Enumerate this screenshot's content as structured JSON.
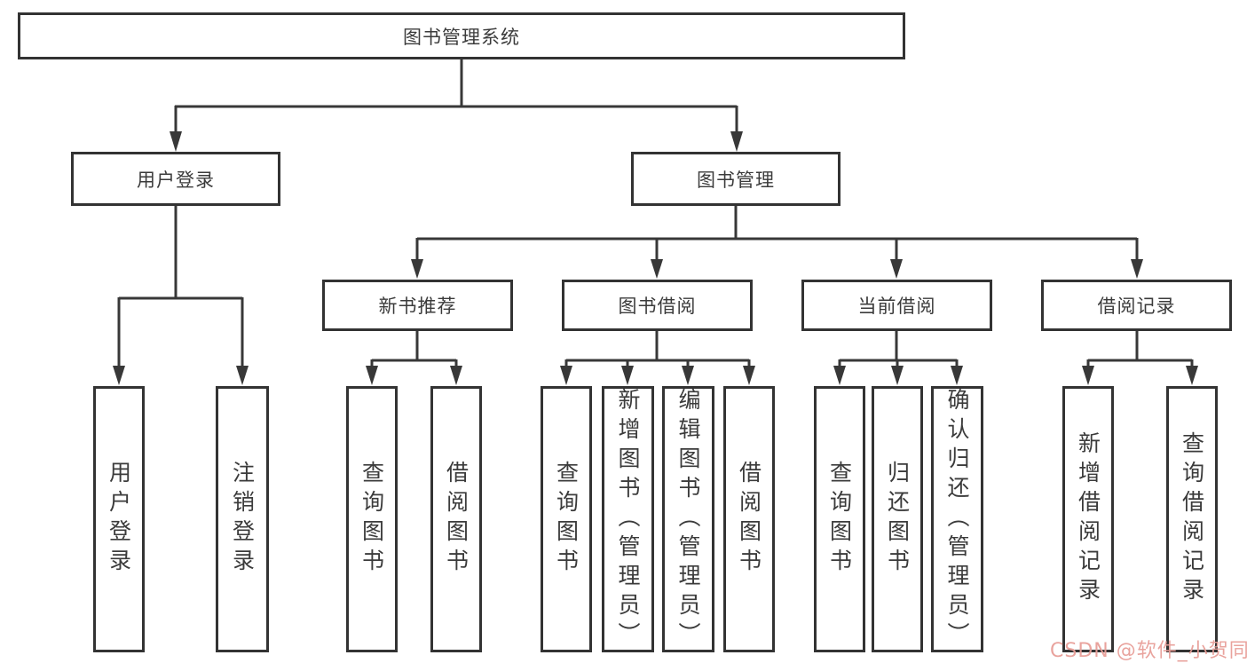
{
  "colors": {
    "background": "#ffffff",
    "line": "#383838",
    "box_border": "#333333",
    "text": "#3b3b3b",
    "watermark": "#e89e98"
  },
  "tree": {
    "label": "图书管理系统",
    "children": [
      {
        "label": "用户登录",
        "children": [
          {
            "label": "用户登录"
          },
          {
            "label": "注销登录"
          }
        ]
      },
      {
        "label": "图书管理",
        "children": [
          {
            "label": "新书推荐",
            "children": [
              {
                "label": "查询图书"
              },
              {
                "label": "借阅图书"
              }
            ]
          },
          {
            "label": "图书借阅",
            "children": [
              {
                "label": "查询图书"
              },
              {
                "label": "新增图书（管理员）"
              },
              {
                "label": "编辑图书（管理员）"
              },
              {
                "label": "借阅图书"
              }
            ]
          },
          {
            "label": "当前借阅",
            "children": [
              {
                "label": "查询图书"
              },
              {
                "label": "归还图书"
              },
              {
                "label": "确认归还（管理员）"
              }
            ]
          },
          {
            "label": "借阅记录",
            "children": [
              {
                "label": "新增借阅记录"
              },
              {
                "label": "查询借阅记录"
              }
            ]
          }
        ]
      }
    ]
  },
  "watermark": {
    "text": "CSDN @软件_小贺同学"
  }
}
